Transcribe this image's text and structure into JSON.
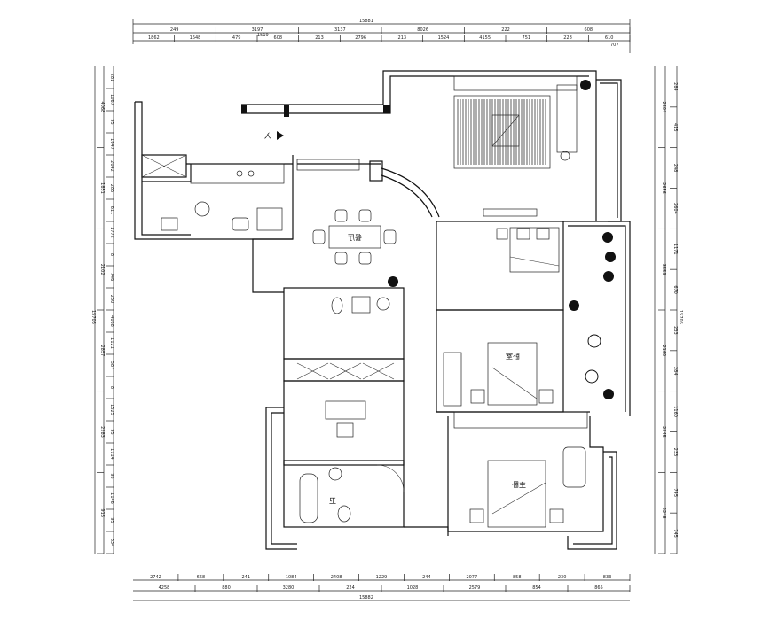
{
  "dimensions": {
    "top_total": "15881",
    "top_row1": [
      "249",
      "3197",
      "3137",
      "8026",
      "222",
      "608"
    ],
    "top_row2": [
      "1862",
      "1648",
      "479",
      "608",
      "213",
      "2796",
      "213",
      "1524",
      "4155",
      "751",
      "228",
      "610"
    ],
    "top_extra": [
      "1519",
      "707"
    ],
    "bottom_row1": [
      "2742",
      "668",
      "241",
      "1084",
      "2408",
      "1229",
      "244",
      "2077",
      "858",
      "230",
      "833"
    ],
    "bottom_row2": [
      "4258",
      "880",
      "3280",
      "224",
      "1028",
      "2579",
      "854",
      "865"
    ],
    "bottom_total": "15882",
    "left_outer": [
      "4068",
      "1851",
      "2102",
      "2857",
      "2283",
      "916"
    ],
    "left_total": "15705",
    "left_inner": [
      "281",
      "1067",
      "95",
      "1647",
      "2042",
      "285",
      "611",
      "1772",
      "8",
      "746",
      "260",
      "4068",
      "1121",
      "587",
      "8",
      "1525",
      "95",
      "1114",
      "95",
      "1146",
      "95",
      "834"
    ],
    "right_outer": [
      "2604",
      "2656",
      "3553",
      "2160",
      "2245",
      "2248"
    ],
    "right_total": "15705",
    "right_inner": [
      "284",
      "415",
      "248",
      "2604",
      "1171",
      "670",
      "233",
      "284",
      "1160",
      "233",
      "745",
      "745"
    ]
  },
  "rooms": {
    "entrance": "入",
    "dining": "餐厅",
    "bedroom": "卧室",
    "master_bedroom": "主卧",
    "bathroom": "卫"
  }
}
